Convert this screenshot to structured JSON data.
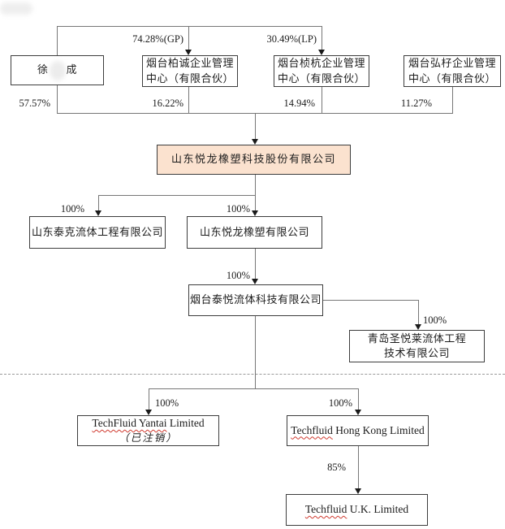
{
  "diagram_type": "equity-structure-chart",
  "nodes": {
    "person": {
      "name_first": "徐",
      "name_last": "成"
    },
    "baicheng": {
      "line1": "烟台柏诚企业管理",
      "line2": "中心（有限合伙）"
    },
    "zhenhang": {
      "line1": "烟台桢杭企业管理",
      "line2": "中心（有限合伙）"
    },
    "hongzi": {
      "line1": "烟台弘杍企业管理",
      "line2": "中心（有限合伙）"
    },
    "issuer": {
      "label": "山东悦龙橡塑科技股份有限公司"
    },
    "taike": {
      "label": "山东泰克流体工程有限公司"
    },
    "yuelong": {
      "label": "山东悦龙橡塑有限公司"
    },
    "taiyue": {
      "label": "烟台泰悦流体科技有限公司"
    },
    "qingdao": {
      "line1": "青岛圣悦莱流体工程",
      "line2": "技术有限公司"
    },
    "tf_yantai": {
      "underlined": "TechFluid Yantai",
      "rest": " Limited",
      "note": "（已注销）"
    },
    "tf_hk": {
      "underlined": "Techfluid",
      "rest": " Hong Kong Limited"
    },
    "tf_uk": {
      "underlined": "Techfluid",
      "rest": " U.K. Limited"
    }
  },
  "edge_labels": {
    "gp": "74.28%(GP)",
    "lp": "30.49%(LP)",
    "person_stake": "57.57%",
    "baicheng_stake": "16.22%",
    "zhenhang_stake": "14.94%",
    "hongzi_stake": "11.27%",
    "full": "100%",
    "uk_stake": "85%"
  },
  "colors": {
    "issuer_fill": "#fbe2cf",
    "box_border": "#3d3d3d",
    "connector": "#777777",
    "arrow": "#1a1a1a",
    "spellcheck_underline": "#d03a2f"
  }
}
